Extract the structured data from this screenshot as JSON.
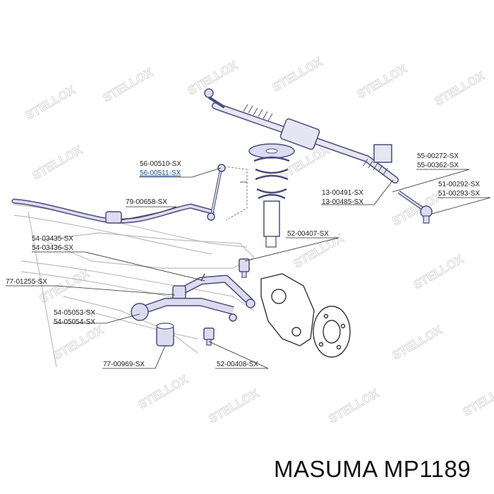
{
  "watermark_text": "STELLOX",
  "labels": [
    {
      "id": "56-00510",
      "text": "56-00510-SX"
    },
    {
      "id": "56-00511",
      "text": "56-00511-SX"
    },
    {
      "id": "79-00658",
      "text": "79-00658-SX"
    },
    {
      "id": "54-03435",
      "text": "54-03435-SX"
    },
    {
      "id": "54-03436",
      "text": "54-03436-SX"
    },
    {
      "id": "77-01255",
      "text": "77-01255-SX"
    },
    {
      "id": "54-05053",
      "text": "54-05053-SX"
    },
    {
      "id": "54-05054",
      "text": "54-05054-SX"
    },
    {
      "id": "77-00969",
      "text": "77-00969-SX"
    },
    {
      "id": "52-00408",
      "text": "52-00408-SX"
    },
    {
      "id": "52-00407",
      "text": "52-00407-SX"
    },
    {
      "id": "13-00491",
      "text": "13-00491-SX"
    },
    {
      "id": "13-00485",
      "text": "13-00485-SX"
    },
    {
      "id": "55-00272",
      "text": "55-00272-SX"
    },
    {
      "id": "55-00362",
      "text": "55-00362-SX"
    },
    {
      "id": "51-00292",
      "text": "51-00292-SX"
    },
    {
      "id": "51-00293",
      "text": "51-00293-SX"
    }
  ],
  "footer": {
    "brand": "MASUMA",
    "part": "MP1189"
  },
  "colors": {
    "line": "#2a2a2a",
    "part_fill": "#dcdcf0",
    "part_stroke": "#4a4a7a",
    "highlight_label": "#1a4f8f",
    "watermark": "#d8d8d8"
  }
}
